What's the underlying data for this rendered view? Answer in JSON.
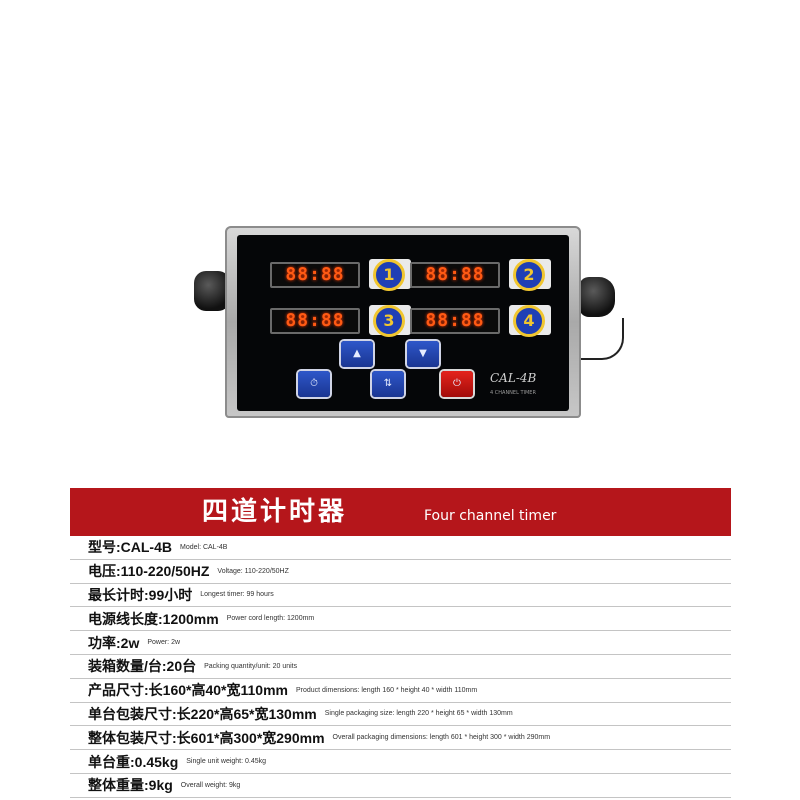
{
  "device": {
    "displays": [
      "88:88",
      "88:88",
      "88:88",
      "88:88"
    ],
    "channels": [
      "1",
      "2",
      "3",
      "4"
    ],
    "buttons": {
      "up": "▲",
      "down": "▼",
      "clock": "⏱",
      "mid": "⇅",
      "stop": "⏻"
    },
    "brand": "CAL-4B",
    "brand_sub": "4 CHANNEL TIMER"
  },
  "title": {
    "zh": "四道计时器",
    "en": "Four channel timer"
  },
  "specs": [
    {
      "zh": "型号:CAL-4B",
      "en": "Model: CAL-4B"
    },
    {
      "zh": "电压:110-220/50HZ",
      "en": "Voltage: 110-220/50HZ"
    },
    {
      "zh": "最长计时:99小时",
      "en": "Longest timer: 99 hours"
    },
    {
      "zh": "电源线长度:1200mm",
      "en": "Power cord length: 1200mm"
    },
    {
      "zh": "功率:2w",
      "en": "Power: 2w"
    },
    {
      "zh": "装箱数量/台:20台",
      "en": "Packing quantity/unit: 20 units"
    },
    {
      "zh": "产品尺寸:长160*高40*宽110mm",
      "en": "Product dimensions: length 160 * height 40 * width 110mm"
    },
    {
      "zh": "单台包装尺寸:长220*高65*宽130mm",
      "en": "Single packaging size: length 220 * height 65 * width 130mm"
    },
    {
      "zh": "整体包装尺寸:长601*高300*宽290mm",
      "en": "Overall packaging dimensions: length 601 * height 300 * width 290mm"
    },
    {
      "zh": "单台重:0.45kg",
      "en": "Single unit weight: 0.45kg"
    },
    {
      "zh": "整体重量:9kg",
      "en": "Overall weight: 9kg"
    }
  ],
  "colors": {
    "title_bar": "#b5161b",
    "display_digits": "#ff5a14",
    "button_blue": "#1f3fb5",
    "button_red": "#e4231c"
  }
}
